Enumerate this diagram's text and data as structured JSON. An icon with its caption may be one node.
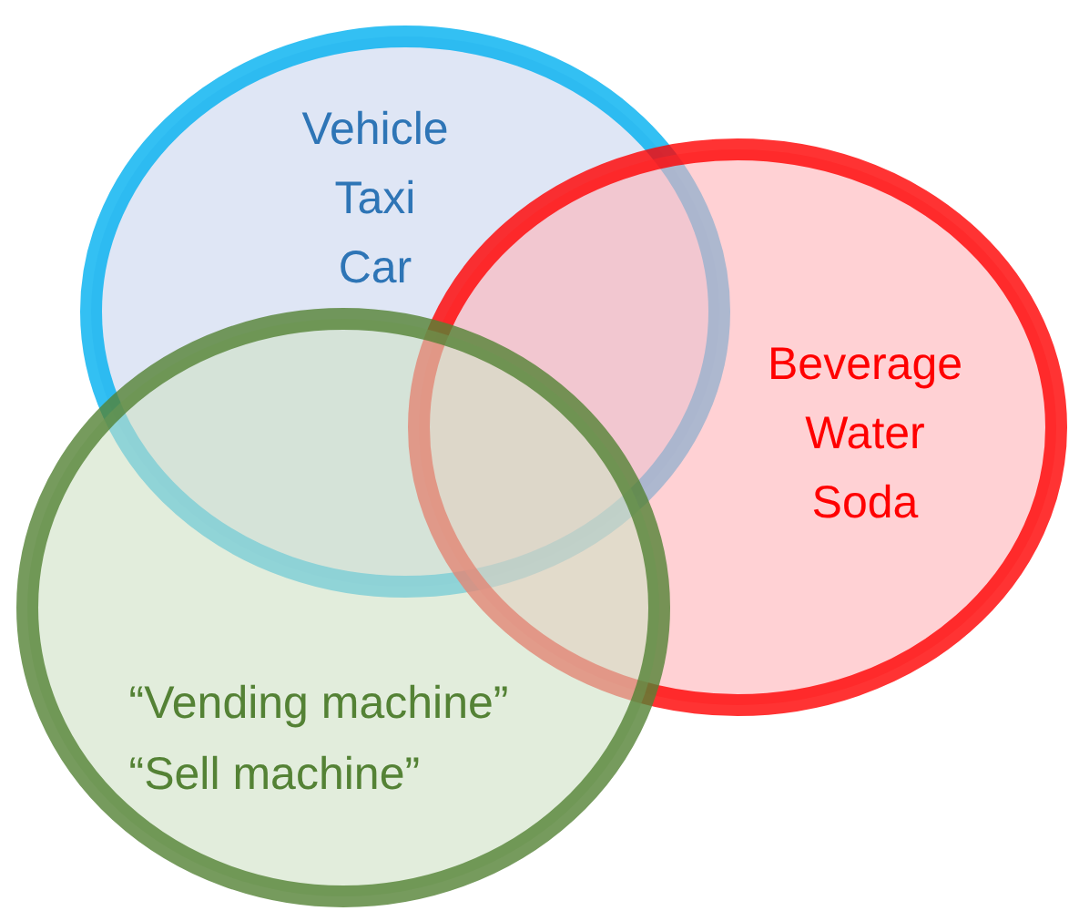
{
  "diagram": {
    "nodes": [
      {
        "text": [
          "Vehicle",
          "Taxi",
          "Car"
        ]
      },
      {
        "text": [
          "Beverage",
          "Water",
          "Soda"
        ]
      },
      {
        "text": [
          "“Vending machine”",
          "“Sell machine”"
        ]
      }
    ],
    "edges": []
  }
}
